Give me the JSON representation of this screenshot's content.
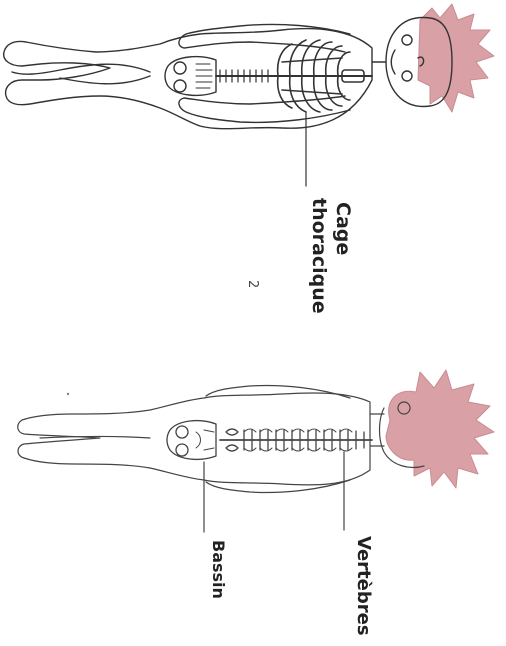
{
  "page_number": "2",
  "labels": {
    "cage_line1": "Cage",
    "cage_line2": "thoracique",
    "vertebres": "Vertèbres",
    "bassin": "Bassin"
  },
  "colors": {
    "hair": "#d9a0a6",
    "stroke": "#333333"
  }
}
